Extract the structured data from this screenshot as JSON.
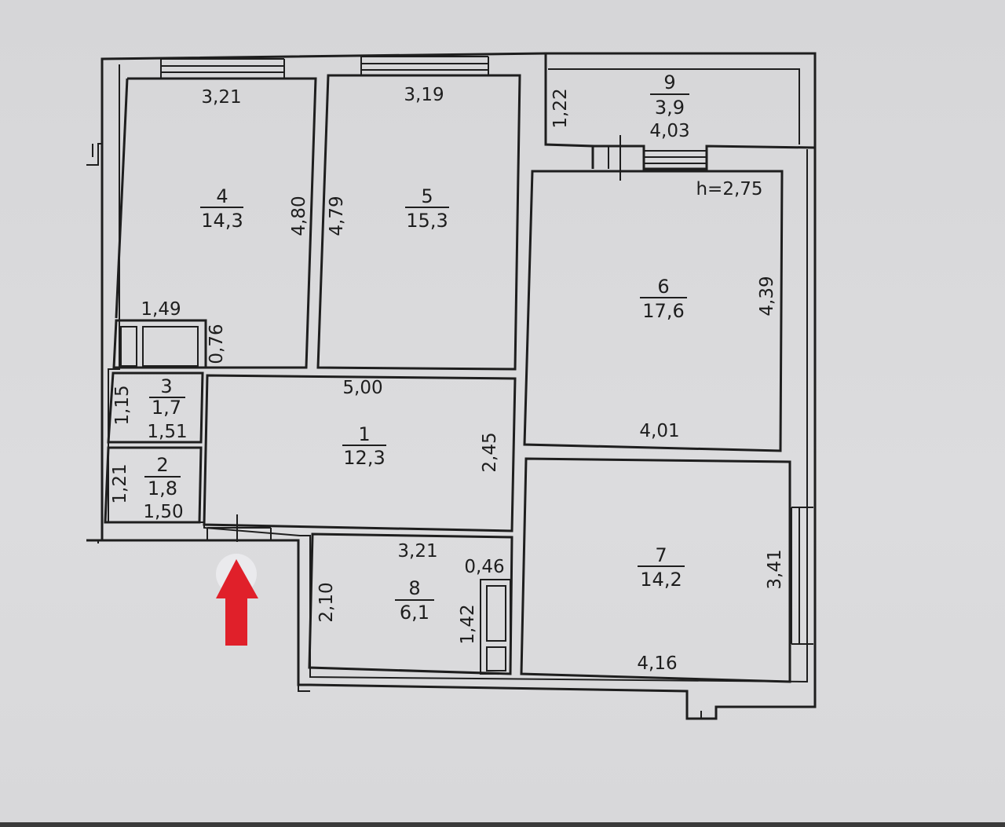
{
  "plan": {
    "ceiling_height": "h=2,75",
    "rooms": [
      {
        "number": "1",
        "area": "12,3"
      },
      {
        "number": "2",
        "area": "1,8"
      },
      {
        "number": "3",
        "area": "1,7"
      },
      {
        "number": "4",
        "area": "14,3"
      },
      {
        "number": "5",
        "area": "15,3"
      },
      {
        "number": "6",
        "area": "17,6"
      },
      {
        "number": "7",
        "area": "14,2"
      },
      {
        "number": "8",
        "area": "6,1"
      },
      {
        "number": "9",
        "area": "3,9"
      }
    ],
    "dimensions": {
      "r4_top": "3,21",
      "r4_side": "4,80",
      "r5_top": "3,19",
      "r5_side": "4,79",
      "r9_side": "1,22",
      "r9_bottom": "4,03",
      "r6_side": "4,39",
      "r6_bottom": "4,01",
      "closet_top": "1,49",
      "closet_side": "0,76",
      "r1_top": "5,00",
      "r1_side": "2,45",
      "r3_side": "1,15",
      "r3_bottom": "1,51",
      "r2_side": "1,21",
      "r2_bottom": "1,50",
      "r8_top": "3,21",
      "r8_small_top": "0,46",
      "r8_side": "2,10",
      "r8_small_side": "1,42",
      "r7_side": "3,41",
      "r7_bottom": "4,16"
    }
  },
  "colors": {
    "paper": "#d9d9db",
    "ink": "#1e1e1e",
    "entrance_arrow": "#e0202a"
  },
  "icons": {
    "entrance": "red-up-arrow-icon"
  }
}
